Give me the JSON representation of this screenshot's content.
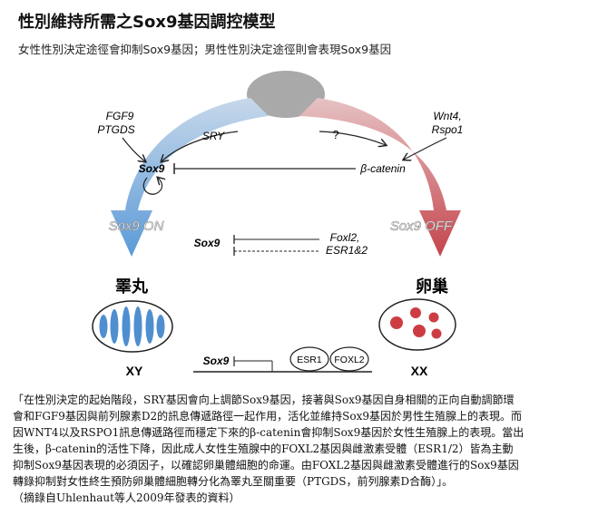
{
  "title": "性別維持所需之Sox9基因調控模型",
  "subtitle": "女性性別決定途徑會抑制Sox9基因；男性性別決定途徑則會表現Sox9基因",
  "diagram": {
    "left_inputs": "FGF9\nPTGDS",
    "left_input_1": "FGF9",
    "left_input_2": "PTGDS",
    "right_input_1": "Wnt4,",
    "right_input_2": "Rspo1",
    "sry": "SRY",
    "question": "?",
    "sox9_top": "Sox9",
    "beta_catenin": "β-catenin",
    "sox9_on": "Sox9 ON",
    "sox9_off": "Sox9 OFF",
    "sox9_mid": "Sox9",
    "foxl2_esr": "Foxl2,",
    "esr12": "ESR1&2",
    "testis": "睪丸",
    "ovary": "卵巢",
    "xy": "XY",
    "xx": "XX",
    "sox9_gene": "Sox9",
    "esr1": "ESR1",
    "foxl2": "FOXL2",
    "colors": {
      "male_arrow": "#6aa3db",
      "female_arrow": "#c8575e",
      "gonad": "#a9a9a9",
      "testis_cells": "#4f8fd0",
      "ovary_cells": "#cc3d43"
    }
  },
  "caption": {
    "line1": "「在性別決定的起始階段，SRY基因會向上調節Sox9基因，接著與Sox9基因自身相關的正向自動調節環",
    "line2": "會和FGF9基因與前列腺素D2的訊息傳遞路徑一起作用，活化並維持Sox9基因於男性生殖腺上的表現。而",
    "line3": "因WNT4以及RSPO1訊息傳遞路徑而穩定下來的β-catenin會抑制Sox9基因於女性生殖腺上的表現。當出",
    "line4": "生後，β-catenin的活性下降，因此成人女性生殖腺中的FOXL2基因與雌激素受體（ESR1/2）皆為主動",
    "line5": "抑制Sox9基因表現的必須因子，以確認卵巢體細胞的命運。由FOXL2基因與雌激素受體進行的Sox9基因",
    "line6": "轉錄抑制對女性終生預防卵巢體細胞轉分化為睪丸至關重要（PTGDS，前列腺素D合酶）」。",
    "line7": "（摘錄自Uhlenhaut等人2009年發表的資料）"
  }
}
